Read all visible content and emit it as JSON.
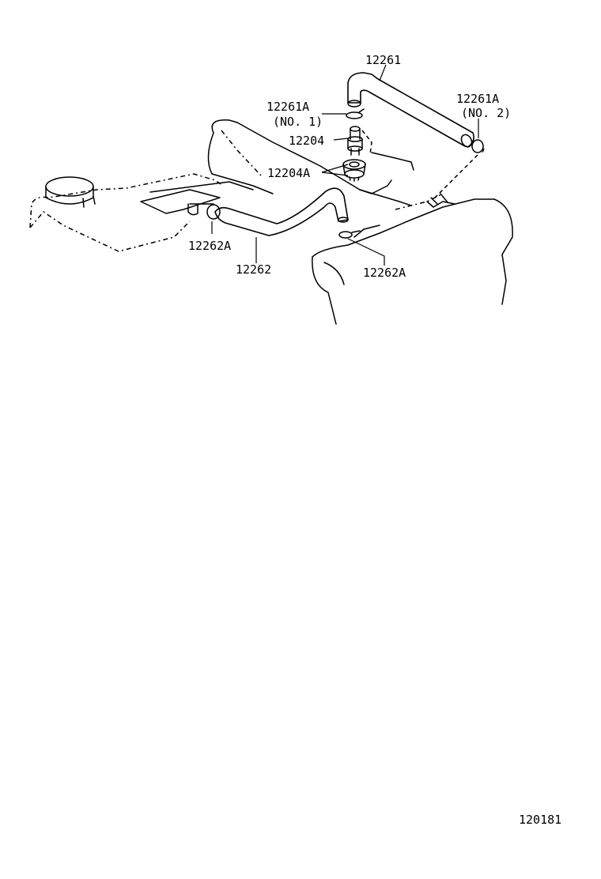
{
  "labels": {
    "p12261": "12261",
    "p12261a_no1": "12261A",
    "p12261a_no1_sub": "(NO. 1)",
    "p12261a_no2": "12261A",
    "p12261a_no2_sub": "(NO. 2)",
    "p12204": "12204",
    "p12204a": "12204A",
    "p12262a_left": "12262A",
    "p12262": "12262",
    "p12262a_right": "12262A",
    "diagram_id": "120181"
  }
}
